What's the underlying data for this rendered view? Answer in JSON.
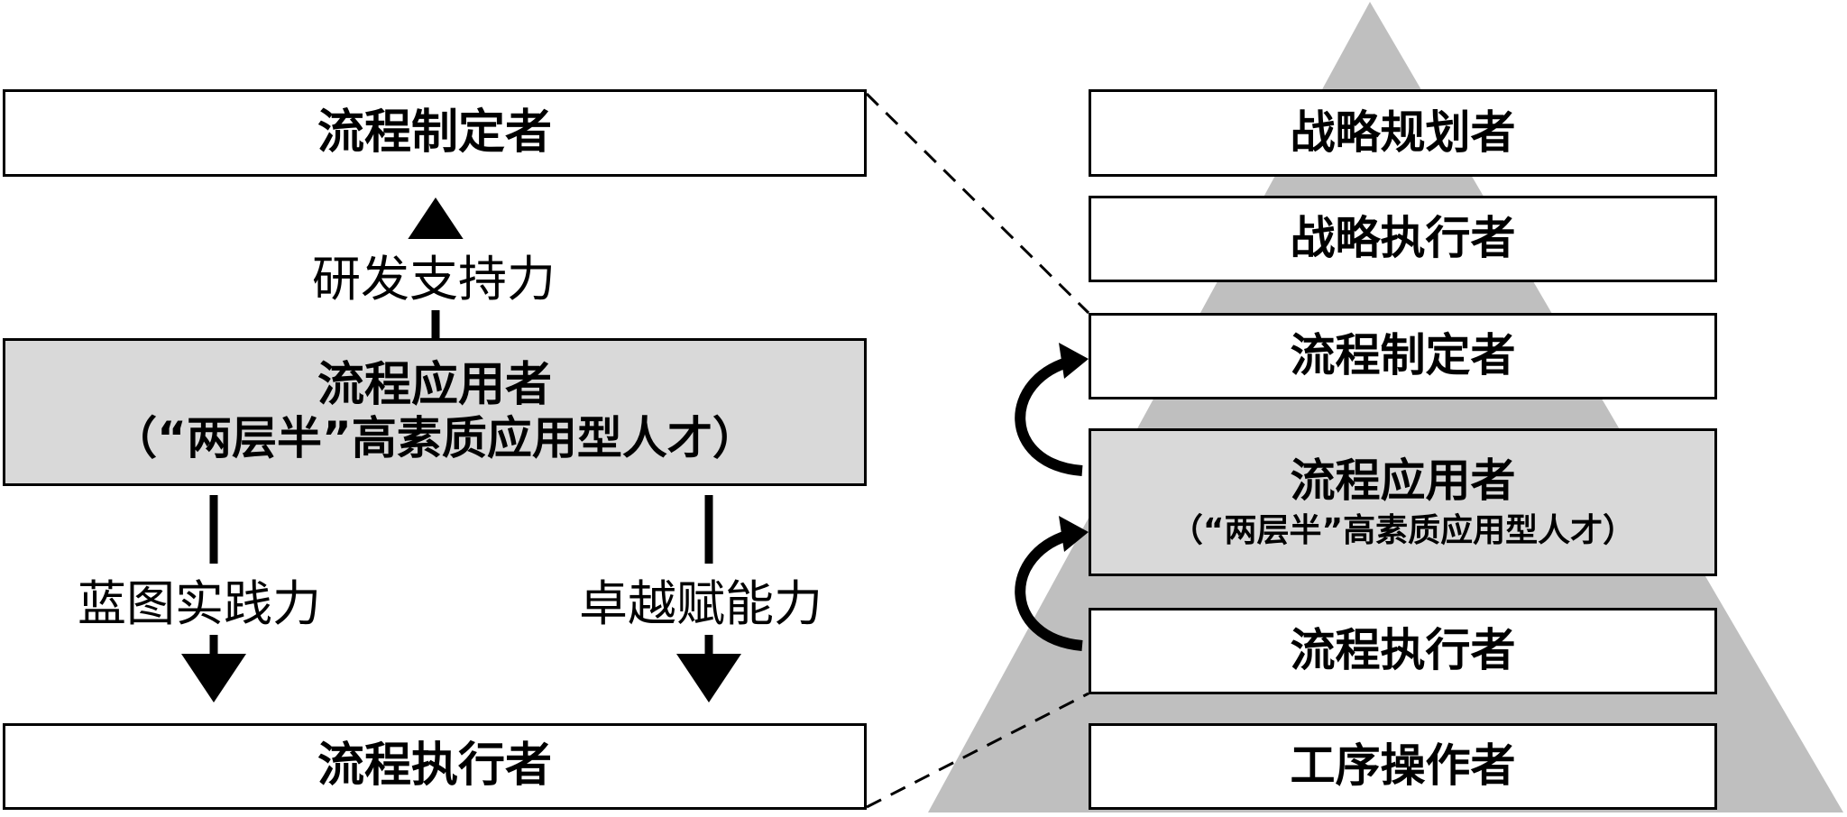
{
  "left_panel": {
    "top_box": "流程制定者",
    "middle_box": {
      "title": "流程应用者",
      "subtitle": "（“两层半”高素质应用型人才）"
    },
    "bottom_box": "流程执行者",
    "arrows": {
      "up_label": "研发支持力",
      "down_left_label": "蓝图实践力",
      "down_right_label": "卓越赋能力"
    }
  },
  "pyramid": {
    "levels": [
      {
        "title": "战略规划者"
      },
      {
        "title": "战略执行者"
      },
      {
        "title": "流程制定者"
      },
      {
        "title": "流程应用者",
        "subtitle": "（“两层半”高素质应用型人才）",
        "highlight": true
      },
      {
        "title": "流程执行者"
      },
      {
        "title": "工序操作者"
      }
    ]
  },
  "colors": {
    "pyramid_fill": "#bfbfbf",
    "highlight_fill": "#d9d9d9",
    "stroke": "#000000",
    "box_fill": "#ffffff"
  }
}
